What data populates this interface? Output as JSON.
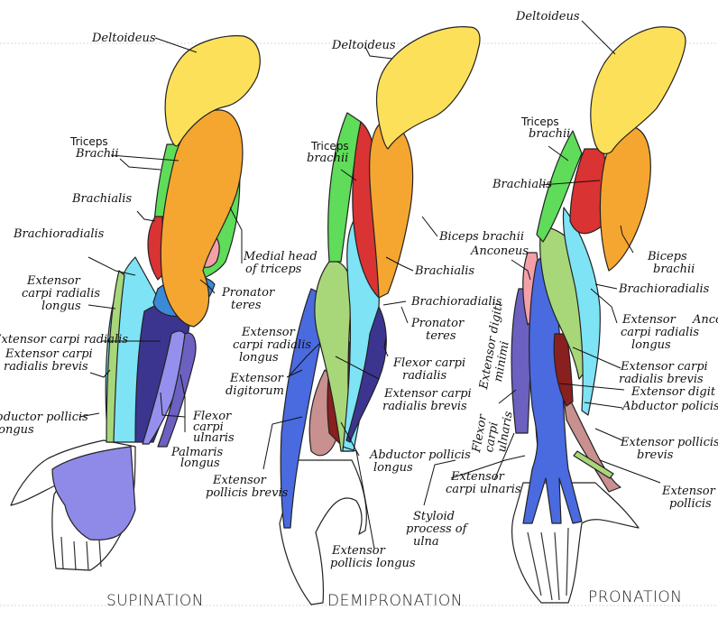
{
  "colors": {
    "deltoid": "#fde05a",
    "biceps": "#f5a630",
    "triceps": "#5fdc5a",
    "brachialis": "#d93333",
    "brachioradialis": "#7de3f5",
    "pronator_teres": "#f3a0a8",
    "pronator_blue": "#3a8ad6",
    "flexor_radialis": "#3b3590",
    "flexor_ulnaris": "#6c60c0",
    "palmaris": "#9590ee",
    "extensor_longus_green": "#a8d77a",
    "extensor_brevis": "#8a1f1f",
    "extensor_digitorum": "#4a6ae0",
    "abductor": "#c99090",
    "digiti_minimi": "#e040c0",
    "outline": "#222222"
  },
  "views": [
    {
      "title": "SUPINATION",
      "labels": [
        {
          "text": "Deltoideus"
        },
        {
          "text": "Triceps",
          "style": "print"
        },
        {
          "text": "Brachii"
        },
        {
          "text": "Brachialis"
        },
        {
          "text": "Brachioradialis"
        },
        {
          "text": "Medial head"
        },
        {
          "text": "of triceps"
        },
        {
          "text": "Extensor"
        },
        {
          "text": "carpi radialis"
        },
        {
          "text": "longus"
        },
        {
          "text": "Pronator"
        },
        {
          "text": "teres"
        },
        {
          "text": "Extensor carpi radialis"
        },
        {
          "text": "Extensor carpi"
        },
        {
          "text": "radialis brevis"
        },
        {
          "text": "Abductor pollicis"
        },
        {
          "text": "longus"
        },
        {
          "text": "Flexor"
        },
        {
          "text": "carpi"
        },
        {
          "text": "ulnaris"
        },
        {
          "text": "Palmaris"
        },
        {
          "text": "longus"
        }
      ]
    },
    {
      "title": "DEMIPRONATION",
      "labels": [
        {
          "text": "Deltoideus"
        },
        {
          "text": "Triceps",
          "style": "print"
        },
        {
          "text": "brachii"
        },
        {
          "text": "Biceps brachii"
        },
        {
          "text": "Brachialis"
        },
        {
          "text": "Brachioradialis"
        },
        {
          "text": "Pronator"
        },
        {
          "text": "teres"
        },
        {
          "text": "Extensor"
        },
        {
          "text": "carpi radialis"
        },
        {
          "text": "longus"
        },
        {
          "text": "Flexor carpi"
        },
        {
          "text": "radialis"
        },
        {
          "text": "Extensor"
        },
        {
          "text": "digitorum"
        },
        {
          "text": "Extensor carpi"
        },
        {
          "text": "radialis brevis"
        },
        {
          "text": "Abductor pollicis"
        },
        {
          "text": "longus"
        },
        {
          "text": "Extensor"
        },
        {
          "text": "pollicis brevis"
        },
        {
          "text": "Extensor"
        },
        {
          "text": "pollicis longus"
        },
        {
          "text": "Styloid"
        },
        {
          "text": "process of"
        },
        {
          "text": "ulna"
        }
      ]
    },
    {
      "title": "PRONATION",
      "labels": [
        {
          "text": "Deltoideus"
        },
        {
          "text": "Triceps",
          "style": "print"
        },
        {
          "text": "brachii"
        },
        {
          "text": "Brachialis"
        },
        {
          "text": "Biceps"
        },
        {
          "text": "brachii"
        },
        {
          "text": "Anconeus"
        },
        {
          "text": "Brachioradialis"
        },
        {
          "text": "Extensor"
        },
        {
          "text": "carpi radialis"
        },
        {
          "text": "longus"
        },
        {
          "text": "Ancon"
        },
        {
          "text": "Extensor digiti"
        },
        {
          "text": "minimi"
        },
        {
          "text": "Extensor carpi"
        },
        {
          "text": "radialis brevis"
        },
        {
          "text": "Extensor digit"
        },
        {
          "text": "Abductor policis lo"
        },
        {
          "text": "Flexor"
        },
        {
          "text": "carpi"
        },
        {
          "text": "ulnaris"
        },
        {
          "text": "Extensor pollicis"
        },
        {
          "text": "brevis"
        },
        {
          "text": "Extensor"
        },
        {
          "text": "carpi ulnaris"
        },
        {
          "text": "Extensor"
        },
        {
          "text": "pollicis"
        }
      ]
    }
  ]
}
